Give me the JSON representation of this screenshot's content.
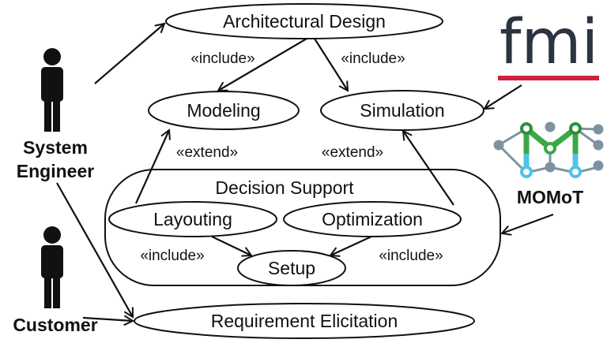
{
  "use_cases": {
    "architectural_design": "Architectural Design",
    "modeling": "Modeling",
    "simulation": "Simulation",
    "decision_support": "Decision Support",
    "layouting": "Layouting",
    "optimization": "Optimization",
    "setup": "Setup",
    "requirement_elicitation": "Requirement Elicitation"
  },
  "actors": {
    "system_engineer_line1": "System",
    "system_engineer_line2": "Engineer",
    "customer": "Customer"
  },
  "relations": {
    "include": "«include»",
    "extend": "«extend»"
  },
  "logos": {
    "fmi": "fmi",
    "momot": "MOMoT"
  },
  "colors": {
    "fmi_text": "#2b3440",
    "fmi_bar": "#d0213a",
    "momot_green": "#3aa845",
    "momot_blue": "#4ec3e6",
    "momot_gray": "#7e93a0"
  }
}
